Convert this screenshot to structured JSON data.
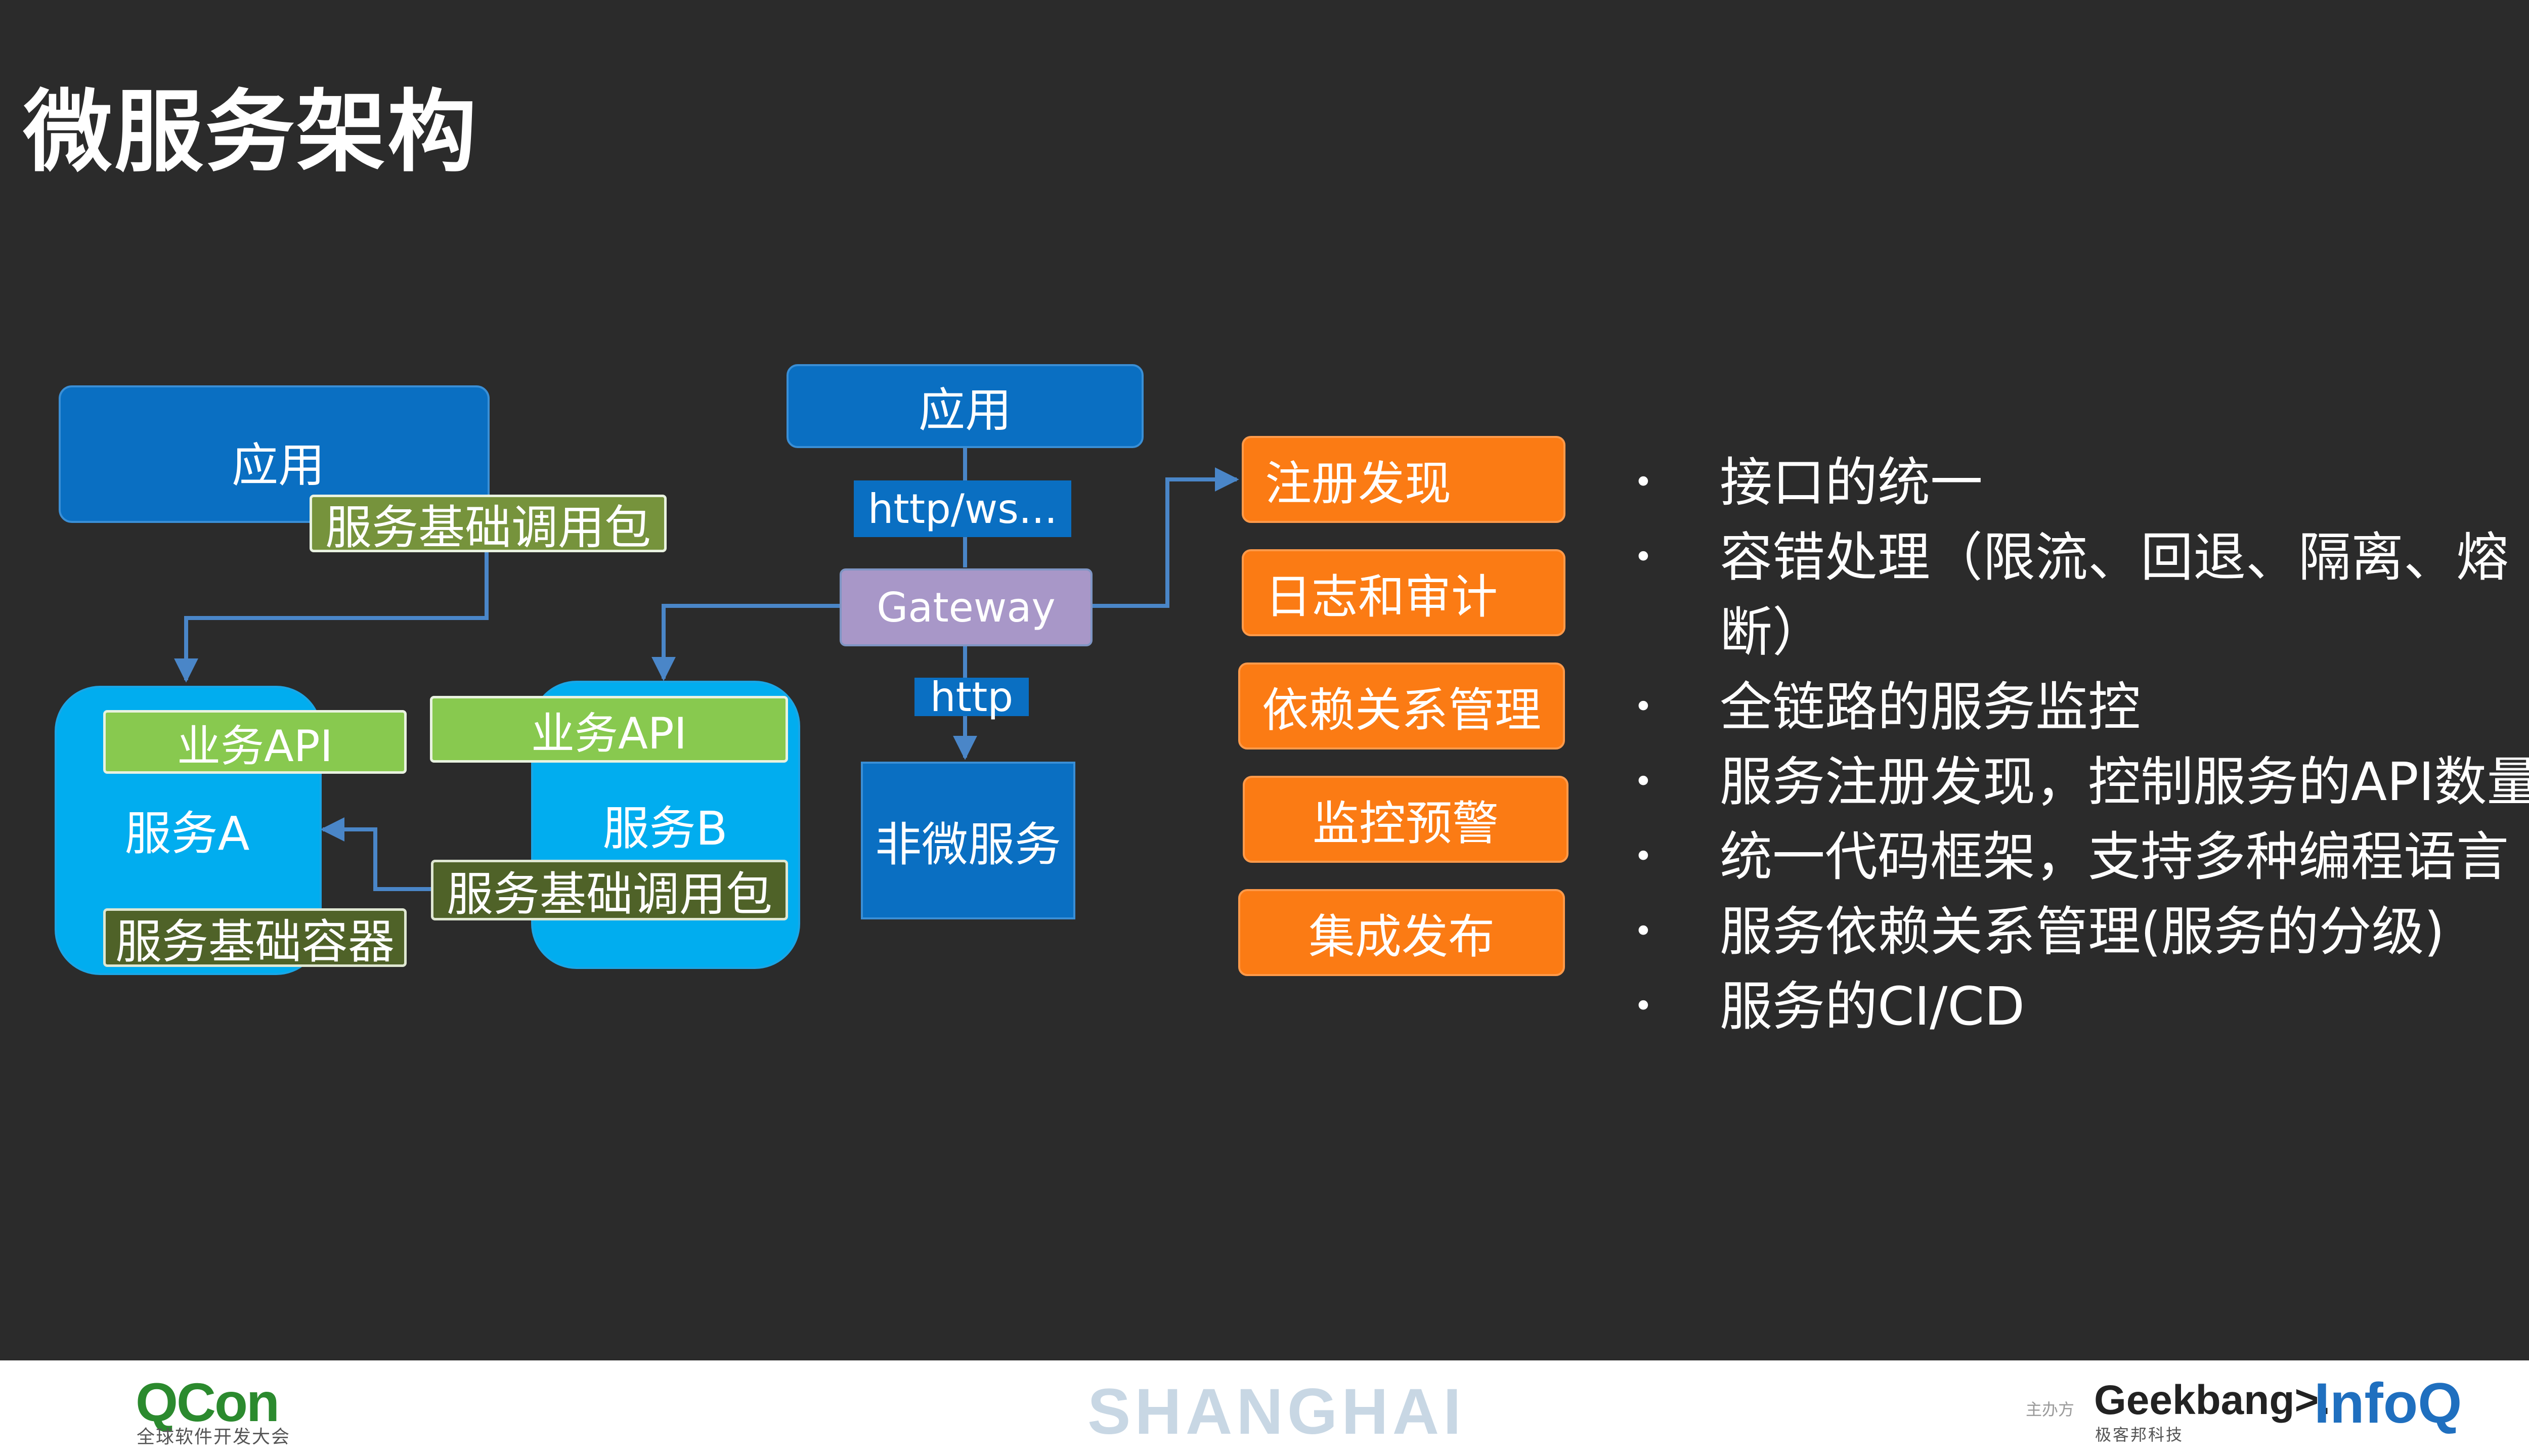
{
  "slide": {
    "title": "微服务架构"
  },
  "diagram": {
    "app_left": "应用",
    "sdk_left": "服务基础调用包",
    "service_a": {
      "api": "业务API",
      "name": "服务A",
      "container": "服务基础容器"
    },
    "service_b": {
      "api": "业务API",
      "name": "服务B",
      "sdk": "服务基础调用包"
    },
    "app_center": "应用",
    "http_ws": "http/ws...",
    "gateway": "Gateway",
    "http": "http",
    "non_micro": "非微服务",
    "capabilities": [
      "注册发现",
      "日志和审计",
      "依赖关系管理",
      "监控预警",
      "集成发布"
    ]
  },
  "bullets": [
    "接口的统一",
    "容错处理（限流、回退、隔离、熔断）",
    "全链路的服务监控",
    "服务注册发现，控制服务的API数量",
    "统一代码框架，支持多种编程语言",
    "服务依赖关系管理(服务的分级)",
    "服务的CI/CD"
  ],
  "bullet_symbol": "•",
  "footer": {
    "qcon": "QCon",
    "qcon_sub": "全球软件开发大会",
    "city": "SHANGHAI",
    "sponsor_label": "主办方",
    "geekbang": "Geekbang>.",
    "geekbang_sub": "极客邦科技",
    "infoq": "InfoQ"
  },
  "colors": {
    "background": "#2b2b2b",
    "blue_box": "#0a6fc2",
    "cyan_box": "#01adef",
    "green_light": "#88c94f",
    "green_dark": "#4f6228",
    "orange": "#fb7b14",
    "gateway": "#a897c8",
    "connector": "#4a86c8"
  }
}
